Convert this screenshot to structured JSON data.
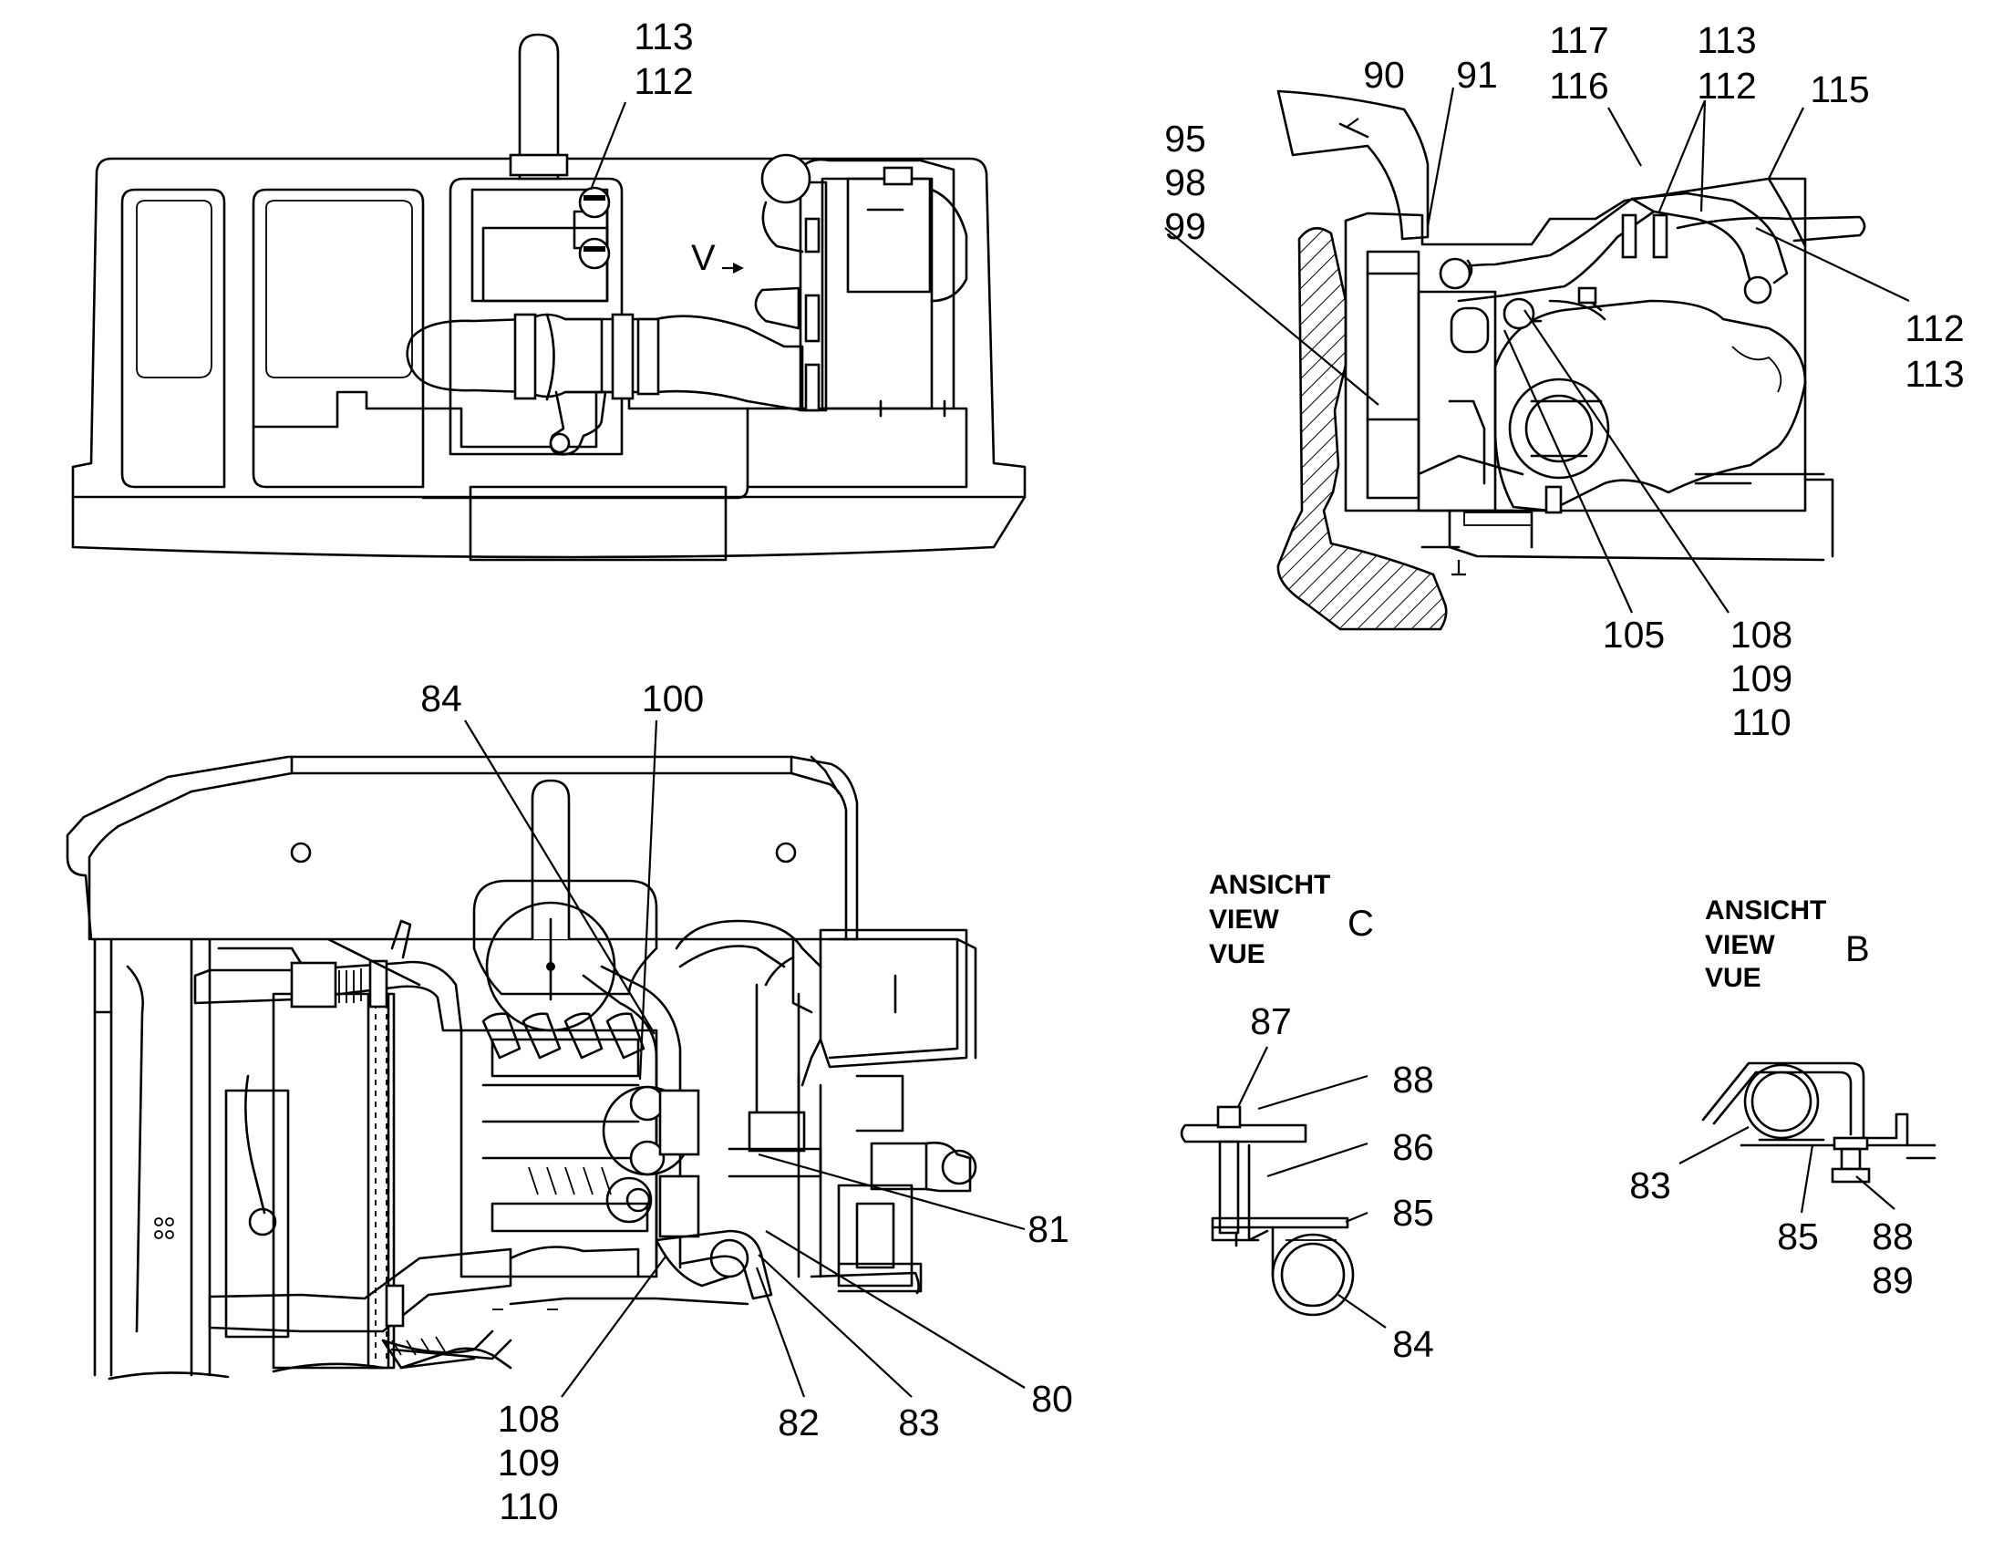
{
  "top_left_view": {
    "callouts": [
      "113",
      "112"
    ],
    "view_marker": "V"
  },
  "top_right_view": {
    "callouts": [
      "90",
      "91",
      "95",
      "98",
      "99",
      "117",
      "116",
      "113",
      "112",
      "115",
      "112",
      "113",
      "105",
      "108",
      "109",
      "110"
    ]
  },
  "front_view": {
    "callouts": [
      "84",
      "100",
      "81",
      "80",
      "83",
      "82",
      "108",
      "109",
      "110"
    ]
  },
  "view_c": {
    "caption": [
      "ANSICHT",
      "VIEW",
      "VUE"
    ],
    "letter": "C",
    "callouts": [
      "87",
      "88",
      "86",
      "85",
      "84"
    ]
  },
  "view_b": {
    "caption": [
      "ANSICHT",
      "VIEW",
      "VUE"
    ],
    "letter": "B",
    "callouts": [
      "83",
      "85",
      "88",
      "89"
    ]
  }
}
